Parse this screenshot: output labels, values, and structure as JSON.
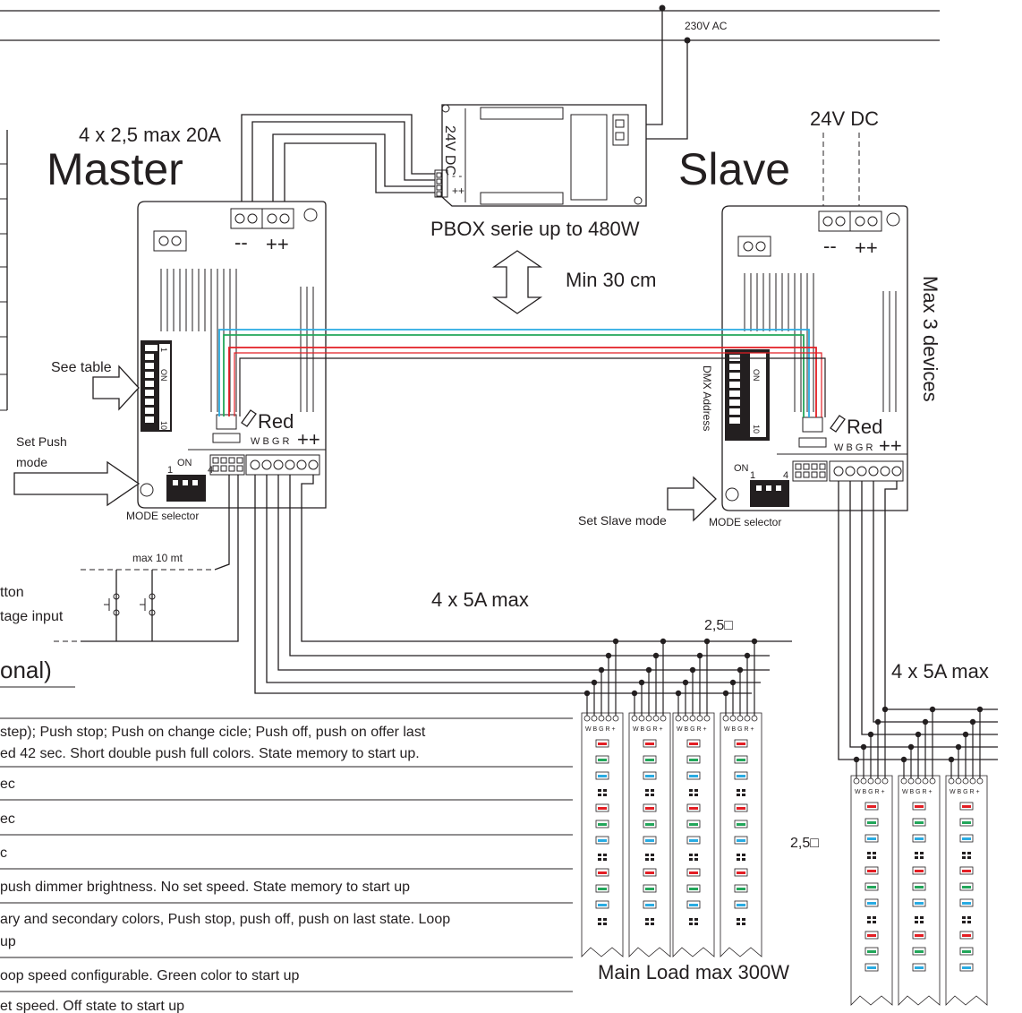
{
  "labels": {
    "ac": "230V AC",
    "cable_master": "4 x 2,5 max 20A",
    "master": "Master",
    "slave": "Slave",
    "dc": "24V DC",
    "psu_side": "24V DC",
    "psu_name": "PBOX  serie up to 480W",
    "min_distance": "Min 30 cm",
    "max_devices": "Max 3 devices",
    "see_table": "See table",
    "set_push": "Set Push",
    "mode_word": "mode",
    "mode_selector": "MODE selector",
    "set_slave": "Set Slave mode",
    "red": "Red",
    "dmx_address": "DMX  Address",
    "max_10mt": "max 10 mt",
    "push_button_partial": "tton",
    "voltage_input_partial": "tage input",
    "optional_partial": "onal)",
    "four_x_5a": "4 x 5A max",
    "section_2_5": "2,5□",
    "main_load": "Main Load max 300W",
    "on": "ON",
    "dip_1": "1",
    "dip_4": "4",
    "dip_10": "10",
    "dip_on": "ON",
    "psu_minus": "--",
    "psu_plus": "++",
    "term_minus": "--",
    "term_plus": "++",
    "rgbw": "W B G R",
    "strip_pins": "W B G R +"
  },
  "table_rows": [
    "step); Push stop; Push on change cicle; Push off, push on offer last",
    "ed 42 sec. Short double push full colors. State memory to start up.",
    "ec",
    "ec",
    "c",
    " push dimmer brightness. No set speed. State memory to start up",
    "ary and secondary colors, Push stop, push off, push on last state. Loop",
    "up",
    "oop speed configurable. Green color to start up",
    "et speed. Off state to start up"
  ],
  "colors": {
    "line": "#231f20",
    "red_wire": "#e31e24",
    "green_wire": "#22a65a",
    "blue_wire": "#29abe2",
    "black_wire": "#231f20"
  },
  "icons": [
    "arrow-right-icon",
    "arrow-updown-icon",
    "pushbutton-icon",
    "led-strip-icon",
    "dip-switch-icon"
  ]
}
